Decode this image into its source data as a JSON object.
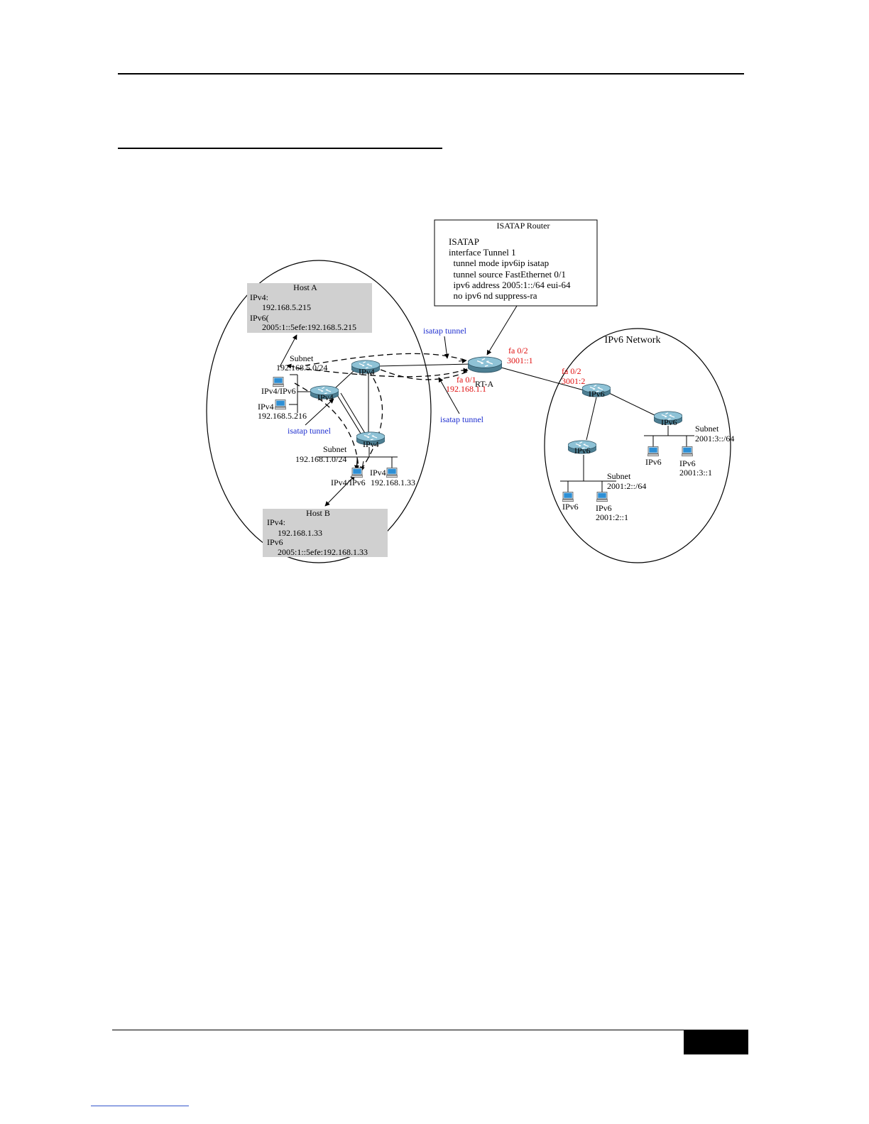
{
  "config_box": {
    "title": "ISATAP Router",
    "lines": [
      "ISATAP",
      "interface Tunnel 1",
      "  tunnel mode ipv6ip isatap",
      "  tunnel source FastEthernet 0/1",
      "  ipv6 address 2005:1::/64 eui-64",
      "  no ipv6 nd suppress-ra"
    ]
  },
  "host_a": {
    "title": "Host A",
    "lines": [
      "IPv4:",
      "192.168.5.215",
      "IPv6(",
      "2005:1::5efe:192.168.5.215"
    ]
  },
  "host_b": {
    "title": "Host B",
    "lines": [
      "IPv4:",
      "192.168.1.33",
      "IPv6",
      "2005:1::5efe:192.168.1.33"
    ]
  },
  "ipv4_side": {
    "subnet5_label": "Subnet",
    "subnet5_value": "192.168.5.0/24",
    "hosta_pc_label": "IPv4/IPv6",
    "pc216_label": "IPv4",
    "pc216_ip": "192.168.5.216",
    "router_top": "IPv4",
    "router_left": "IPv4",
    "router_bottom": "IPv4",
    "subnet1_label": "Subnet",
    "subnet1_value": "192.168.1.0/24",
    "hostb_pc_label": "IPv4/IPv6",
    "pc133_label": "IPv4",
    "pc133_ip": "192.168.1.33",
    "tunnel_label_inner": "isatap tunnel"
  },
  "rt_a": {
    "name": "RT-A",
    "fa01": "fa 0/1",
    "fa01_ip": "192.168.1.1",
    "fa02": "fa 0/2",
    "fa02_ip": "3001::1",
    "tunnel_label_top": "isatap tunnel",
    "tunnel_label_bottom": "isatap tunnel"
  },
  "ipv6_side": {
    "title": "IPv6 Network",
    "fa02": "fa 0/2",
    "fa02_ip": "3001:2",
    "router_top": "IPv6",
    "router_right": "IPv6",
    "router_left": "IPv6",
    "subnet3_label": "Subnet",
    "subnet3_value": "2001:3::/64",
    "pc_r1": "IPv6",
    "pc_r2": "IPv6",
    "pc_r2_ip": "2001:3::1",
    "subnet2_label": "Subnet",
    "subnet2_value": "2001:2::/64",
    "pc_b1": "IPv6",
    "pc_b2": "IPv6",
    "pc_b2_ip": "2001:2::1"
  },
  "colors": {
    "router_fill": "#7fb3c8",
    "host_box_fill": "#d0d0d0",
    "pc_screen": "#2d8fd5",
    "ip_red": "#e01010",
    "tunnel_blue": "#1f2fd0"
  }
}
